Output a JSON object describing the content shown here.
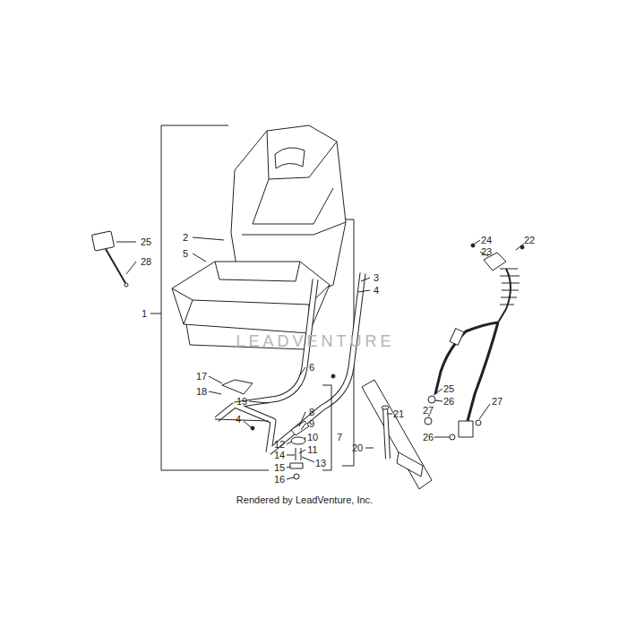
{
  "diagram": {
    "labels": [
      "25",
      "28",
      "2",
      "5",
      "1",
      "3",
      "4",
      "24",
      "23",
      "22",
      "17",
      "18",
      "6",
      "19",
      "8",
      "9",
      "10",
      "11",
      "12",
      "7",
      "14",
      "13",
      "15",
      "16",
      "4",
      "21",
      "20",
      "25",
      "26",
      "27",
      "26",
      "27",
      "LEADVENTURE",
      "Rendered by LeadVenture, Inc."
    ]
  }
}
